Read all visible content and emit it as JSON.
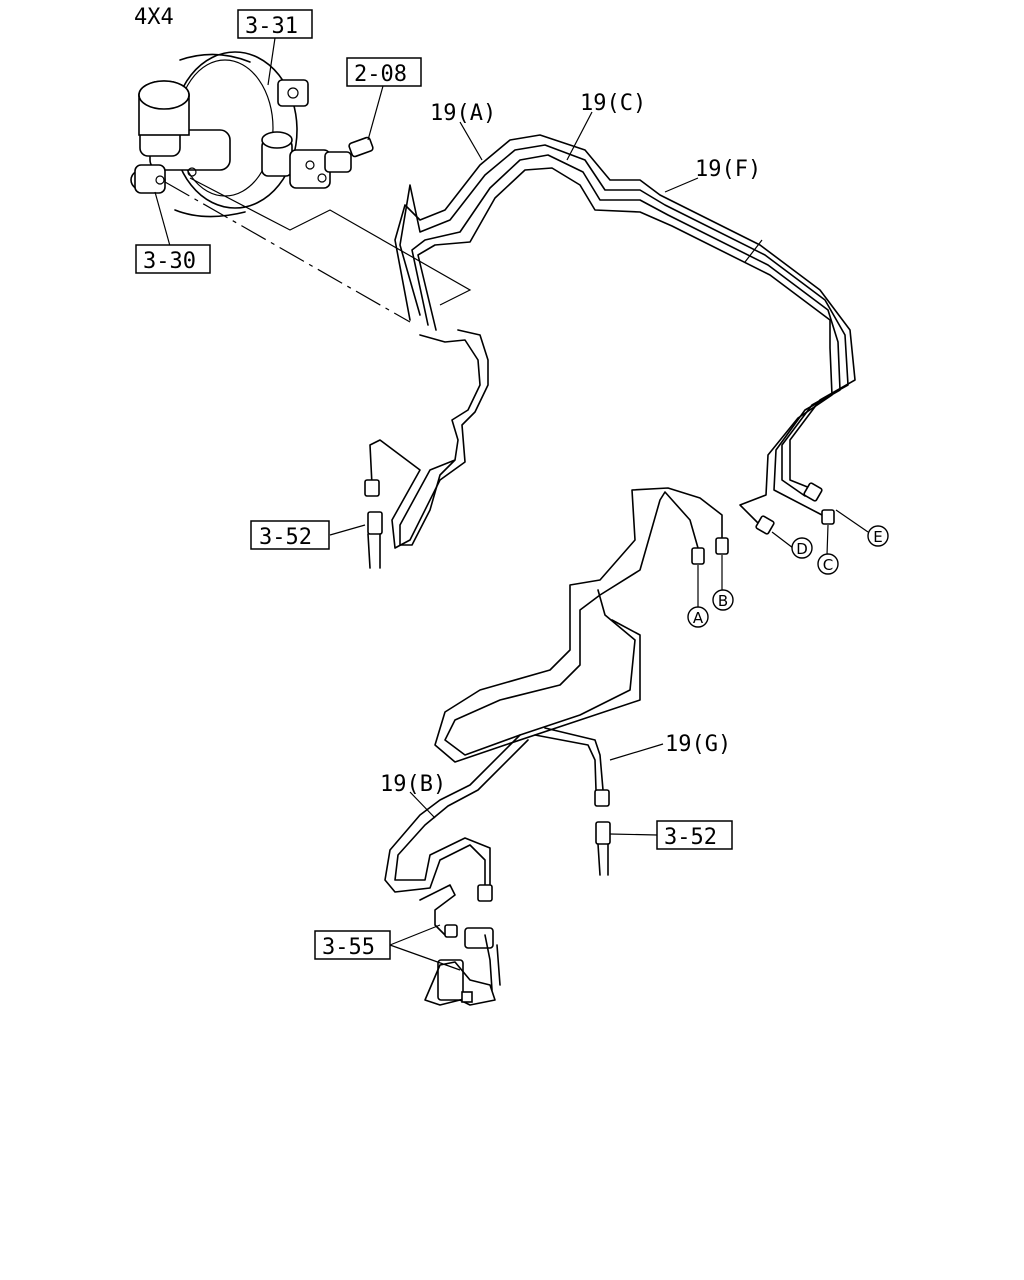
{
  "header": {
    "variant": "4X4"
  },
  "callouts": {
    "c331": "3-31",
    "c208": "2-08",
    "c330": "3-30",
    "c352a": "3-52",
    "c352b": "3-52",
    "c355": "3-55"
  },
  "pipes": {
    "a": "19(A)",
    "b": "19(B)",
    "c": "19(C)",
    "f": "19(F)",
    "g": "19(G)"
  },
  "connectors": {
    "a": "A",
    "b": "B",
    "c": "C",
    "d": "D",
    "e": "E"
  }
}
